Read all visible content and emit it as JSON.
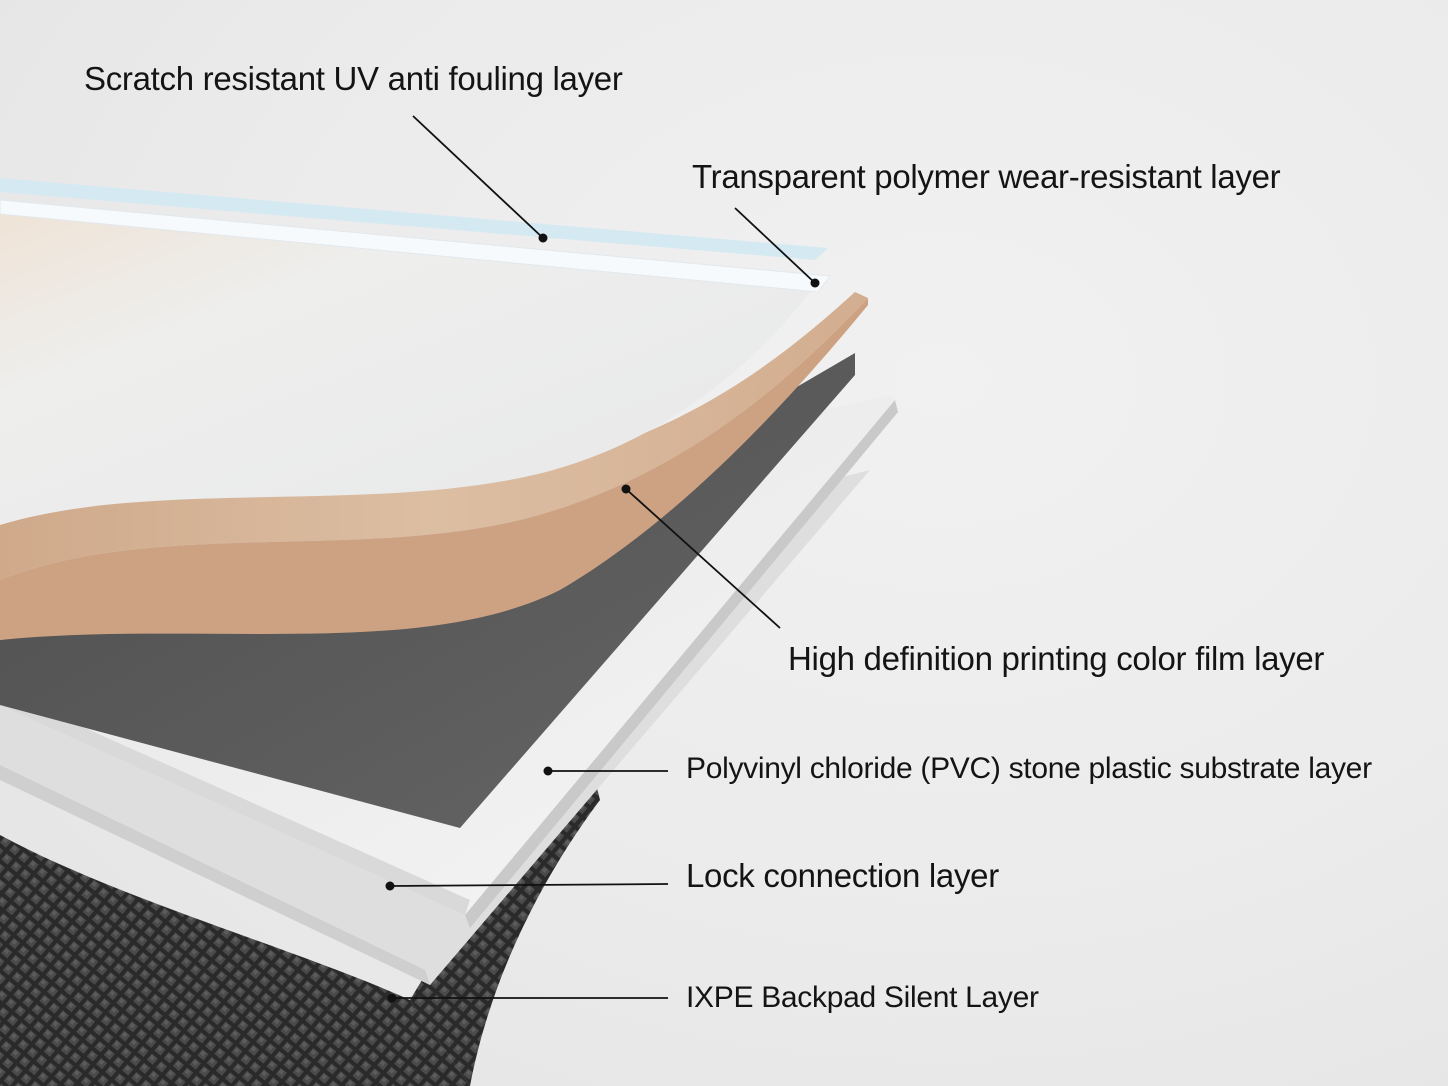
{
  "layers": [
    {
      "id": "uv",
      "label": "Scratch resistant UV anti fouling layer"
    },
    {
      "id": "wear",
      "label": "Transparent polymer wear-resistant layer"
    },
    {
      "id": "film",
      "label": "High definition printing color film layer"
    },
    {
      "id": "pvc",
      "label": "Polyvinyl chloride (PVC) stone plastic substrate layer"
    },
    {
      "id": "lock",
      "label": "Lock connection layer"
    },
    {
      "id": "ixpe",
      "label": "IXPE Backpad Silent Layer"
    }
  ],
  "colors": {
    "background": "#ececec",
    "uv_layer": "#dcebf2",
    "wood_top": "#ecebe9",
    "wood_edge": "#d8b89c",
    "substrate": "#5b5b5b",
    "lock_layer": "#f2f2f2",
    "backpad": "#2f2f2f",
    "leader_line": "#111111"
  }
}
